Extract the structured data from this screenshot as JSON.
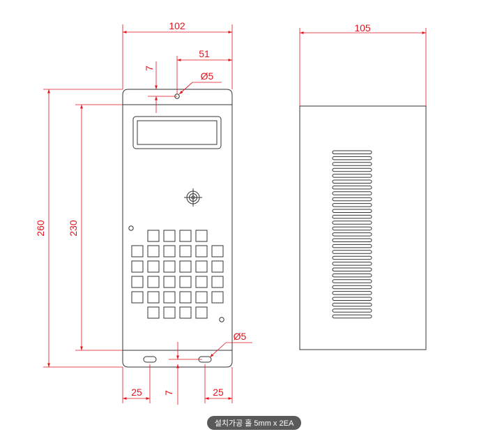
{
  "dimensions": {
    "top_width": "102",
    "hole_offset_right": "51",
    "hole_offset_top": "7",
    "hole_diameter_top": "Ø5",
    "side_depth": "105",
    "total_height": "260",
    "inner_height": "230",
    "hole_diameter_bottom": "Ø5",
    "bottom_left_offset": "25",
    "bottom_right_offset": "25",
    "bottom_vertical_offset": "7"
  },
  "caption": "설치가공 홀 5mm x 2EA",
  "colors": {
    "dimension": "#e2141d",
    "outline": "#333333",
    "caption_bg": "#5a5a5a"
  }
}
